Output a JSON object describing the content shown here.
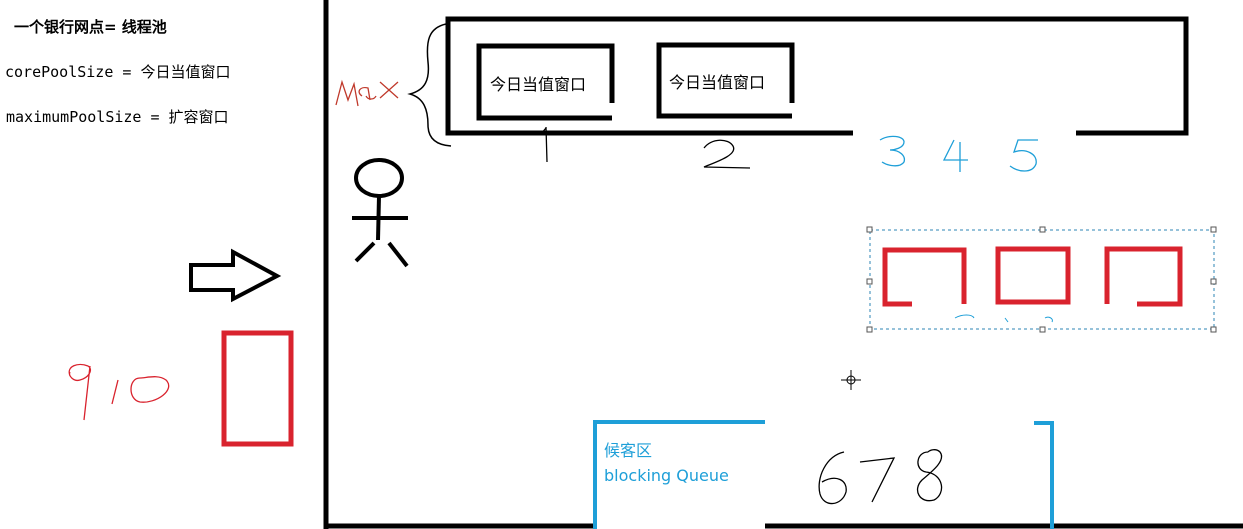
{
  "notes": {
    "title": "一个银行网点= 线程池",
    "core_line": "corePoolSize = 今日当值窗口",
    "max_line": "maximumPoolSize = 扩容窗口"
  },
  "windows": {
    "window1_label": "今日当值窗口",
    "window2_label": "今日当值窗口"
  },
  "handwriting": {
    "max_bracket": "max",
    "window1_number": "1",
    "window2_number": "2",
    "expansion_numbers": "3 4 5",
    "queue_numbers": "6 7 8",
    "rejected_numbers": "9 10"
  },
  "queue": {
    "label": "候客区",
    "name": "blocking Queue"
  },
  "colors": {
    "black": "#000000",
    "red": "#d9232e",
    "blue": "#1e9fd8",
    "selection": "#2e86b5"
  },
  "icons": [
    "right-arrow-icon",
    "stick-figure-icon",
    "crosshair-cursor-icon"
  ]
}
